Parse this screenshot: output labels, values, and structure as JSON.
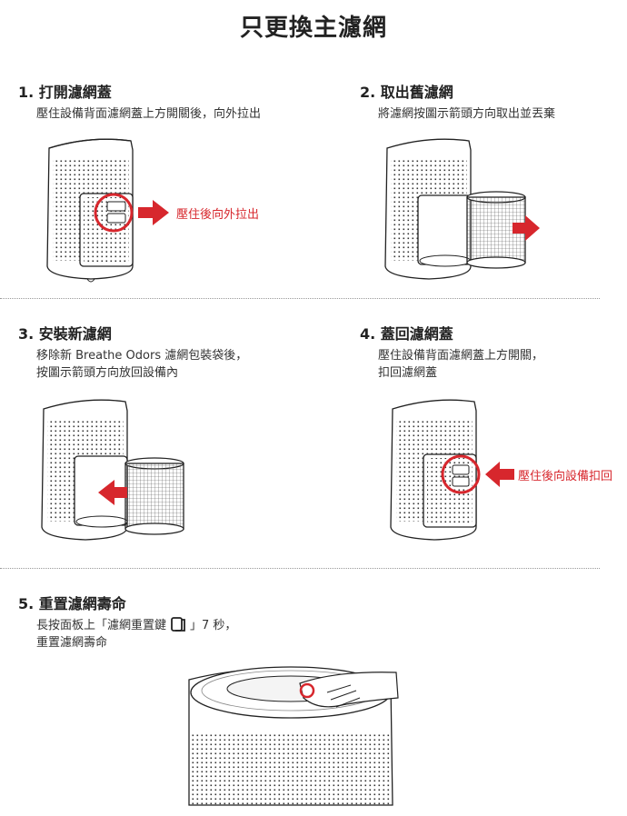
{
  "page_title": "只更換主濾網",
  "steps": [
    {
      "title": "1. 打開濾網蓋",
      "desc_lines": [
        "壓住設備背面濾網蓋上方開關後，向外拉出"
      ],
      "callout": "壓住後向外拉出"
    },
    {
      "title": "2. 取出舊濾網",
      "desc_lines": [
        "將濾網按圖示箭頭方向取出並丟棄"
      ]
    },
    {
      "title": "3. 安裝新濾網",
      "desc_lines": [
        "移除新 Breathe Odors 濾網包裝袋後，",
        "按圖示箭頭方向放回設備內"
      ]
    },
    {
      "title": "4. 蓋回濾網蓋",
      "desc_lines": [
        "壓住設備背面濾網蓋上方開關，",
        "扣回濾網蓋"
      ],
      "callout": "壓住後向設備扣回"
    },
    {
      "title": "5. 重置濾網壽命",
      "desc_line1_before": "長按面板上「濾網重置鍵",
      "desc_line1_after": "」7 秒，",
      "desc_line2": "重置濾網壽命"
    }
  ],
  "colors": {
    "accent": "#d7272d",
    "line": "#222222"
  },
  "icons": {
    "filter_reset_key": "filter-reset-key-icon"
  }
}
